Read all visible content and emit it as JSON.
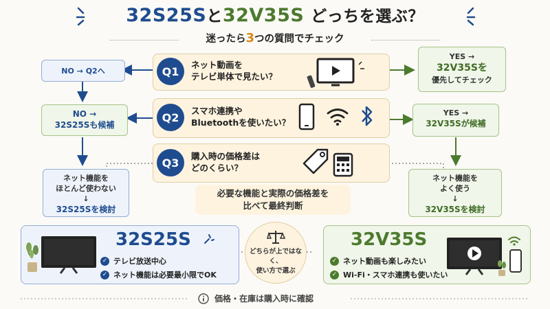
{
  "title": {
    "model_a": "32S25S",
    "connector": "と",
    "model_b": "32V35S",
    "suffix": "どっちを選ぶ？"
  },
  "subtitle": {
    "pre": "迷ったら",
    "number": "3",
    "post": "つの質問でチェック"
  },
  "questions": [
    {
      "id": "Q1",
      "line1": "ネット動画を",
      "line2": "テレビ単体で見たい？"
    },
    {
      "id": "Q2",
      "line1": "スマホ連携や",
      "line2": "Bluetoothを使いたい？"
    },
    {
      "id": "Q3",
      "line1": "購入時の価格差は",
      "line2": "どのくらい？"
    }
  ],
  "left_flow": {
    "no_q2": "NO → Q2へ",
    "no_a_line1": "NO →",
    "no_a_line2": "32S25Sも候補",
    "net_line1": "ネット機能を",
    "net_line2": "ほとんど使わない",
    "net_arrow": "↓",
    "net_line3": "32S25Sを検討"
  },
  "right_flow": {
    "yes1_line1": "YES →",
    "yes1_line2": "32V35Sを",
    "yes1_line3": "優先してチェック",
    "yes2_line1": "YES →",
    "yes2_line2": "32V35Sが候補",
    "net_line1": "ネット機能を",
    "net_line2": "よく使う",
    "net_arrow": "↓",
    "net_line3": "32V35Sを検討"
  },
  "note": {
    "line1": "必要な機能と実際の価格差を",
    "line2": "比べて最終判断"
  },
  "card_left": {
    "title": "32S25S",
    "items": [
      "テレビ放送中心",
      "ネット機能は必要最小限でOK"
    ]
  },
  "card_right": {
    "title": "32V35S",
    "items": [
      "ネット動画も楽しみたい",
      "Wi-Fi・スマホ連携も使いたい"
    ]
  },
  "center": {
    "line1": "どちらが上ではなく、",
    "line2": "使い方で選ぶ"
  },
  "footer": {
    "text": "価格・在庫は購入時に確認"
  },
  "colors": {
    "blue": "#1f4c8f",
    "green": "#4c7a2e",
    "orange": "#d68a1a",
    "cream": "#fdf3df"
  },
  "icons": [
    "tv-icon",
    "remote-icon",
    "smartphone-icon",
    "wifi-icon",
    "bluetooth-icon",
    "price-tag-icon",
    "calculator-icon",
    "scale-icon",
    "plant-icon",
    "check-icon",
    "info-icon"
  ]
}
